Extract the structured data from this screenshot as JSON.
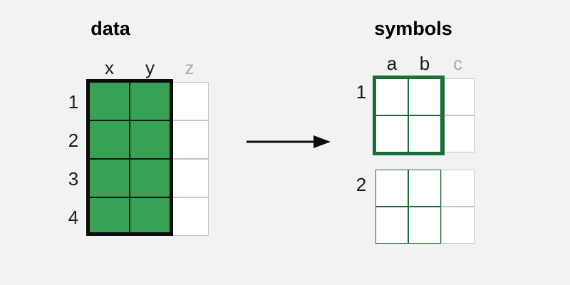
{
  "palette": {
    "background": "#f2f2f2",
    "green_fill": "#35a353",
    "green_dark": "#1b6e38",
    "gray_border": "#c6c6c6",
    "gray_text": "#aaaaaa"
  },
  "left_table": {
    "title": "data",
    "columns": [
      "x",
      "y",
      "z"
    ],
    "rows": [
      "1",
      "2",
      "3",
      "4"
    ]
  },
  "right_table": {
    "title": "symbols",
    "columns": [
      "a",
      "b",
      "c"
    ],
    "groups": [
      {
        "label": "1",
        "selected": true
      },
      {
        "label": "2",
        "selected": false
      }
    ]
  },
  "icons": {
    "arrow": "right-arrow"
  }
}
